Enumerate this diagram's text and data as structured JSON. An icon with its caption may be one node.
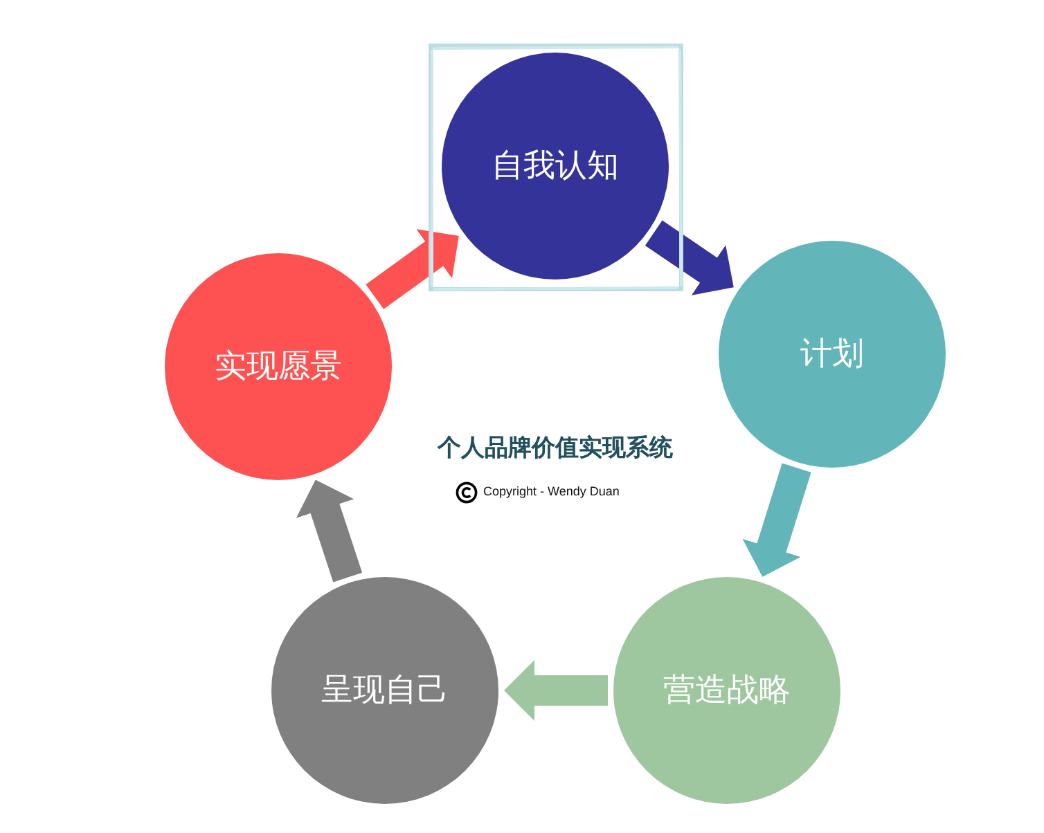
{
  "diagram": {
    "title": "个人品牌价值实现系统",
    "nodes": [
      {
        "text": [
          "自我认知"
        ]
      },
      {
        "text": [
          "计划"
        ]
      },
      {
        "text": [
          "营造战略"
        ]
      },
      {
        "text": [
          "呈现自己"
        ]
      },
      {
        "text": [
          "实现愿景"
        ]
      }
    ],
    "edges": [
      {
        "from": 0,
        "to": 1,
        "arrow": "to",
        "color": "#343399"
      },
      {
        "from": 1,
        "to": 2,
        "arrow": "to",
        "color": "#62b5b8"
      },
      {
        "from": 2,
        "to": 3,
        "arrow": "to",
        "color": "#9fc79f"
      },
      {
        "from": 3,
        "to": 4,
        "arrow": "to",
        "color": "#808080"
      },
      {
        "from": 4,
        "to": 0,
        "arrow": "to",
        "color": "#fe5151"
      }
    ],
    "labels": [
      "Copyright - Wendy Duan"
    ]
  }
}
